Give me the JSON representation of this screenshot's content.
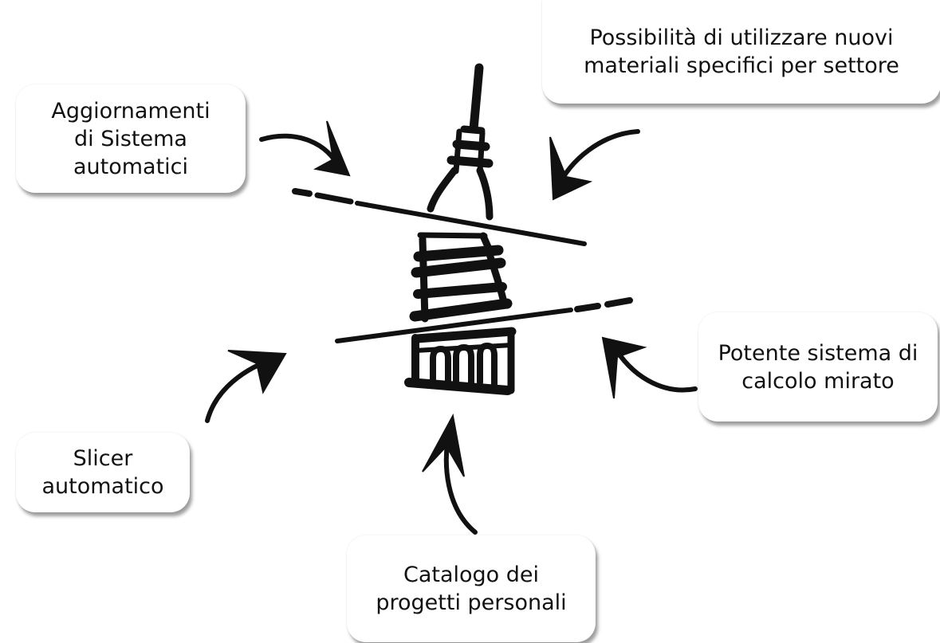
{
  "notes": {
    "top_right": {
      "line1": "Possibilità di utilizzare nuovi",
      "line2": "materiali specifici per settore"
    },
    "top_left": {
      "line1": "Aggiornamenti",
      "line2": "di Sistema",
      "line3": "automatici"
    },
    "right": {
      "line1": "Potente sistema di",
      "line2": "calcolo mirato"
    },
    "left": {
      "line1": "Slicer",
      "line2": "automatico"
    },
    "bottom": {
      "line1": "Catalogo dei",
      "line2": "progetti personali"
    }
  },
  "colors": {
    "ink": "#111111",
    "background": "#ffffff"
  },
  "icons": [
    "mole-antonelliana-sketch-icon",
    "curved-arrow-icon"
  ]
}
